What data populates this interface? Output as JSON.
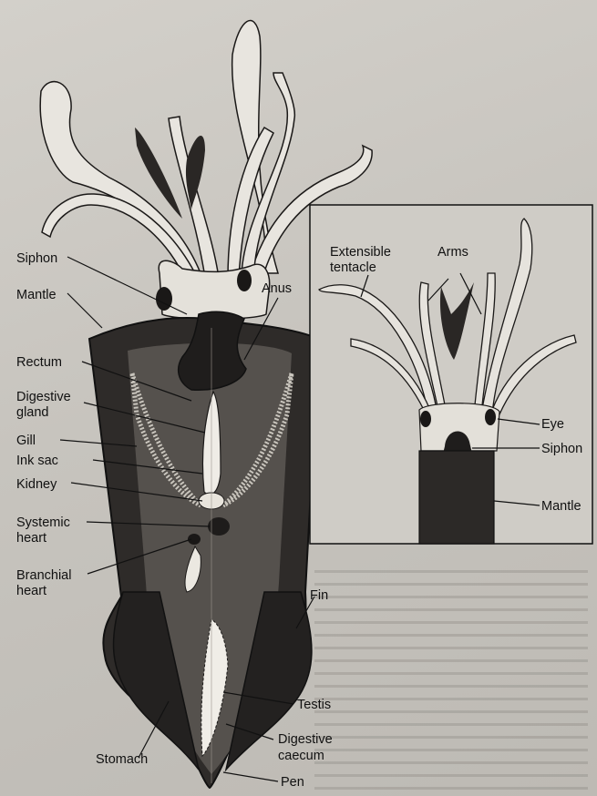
{
  "main_labels": {
    "siphon": "Siphon",
    "mantle": "Mantle",
    "anus": "Anus",
    "rectum": "Rectum",
    "digestive_gland_1": "Digestive",
    "digestive_gland_2": "gland",
    "gill": "Gill",
    "ink_sac": "Ink sac",
    "kidney": "Kidney",
    "systemic_heart_1": "Systemic",
    "systemic_heart_2": "heart",
    "branchial_heart_1": "Branchial",
    "branchial_heart_2": "heart",
    "fin": "Fin",
    "testis": "Testis",
    "digestive_caecum_1": "Digestive",
    "digestive_caecum_2": "caecum",
    "stomach": "Stomach",
    "pen": "Pen"
  },
  "inset_labels": {
    "extensible_tentacle_1": "Extensible",
    "extensible_tentacle_2": "tentacle",
    "arms": "Arms",
    "eye": "Eye",
    "siphon": "Siphon",
    "mantle": "Mantle"
  },
  "colors": {
    "background": "#c9c6c0",
    "body_dark": "#2b2826",
    "body_mid": "#57534f",
    "pale_tissue": "#e6e3dc",
    "ink": "#111111"
  }
}
